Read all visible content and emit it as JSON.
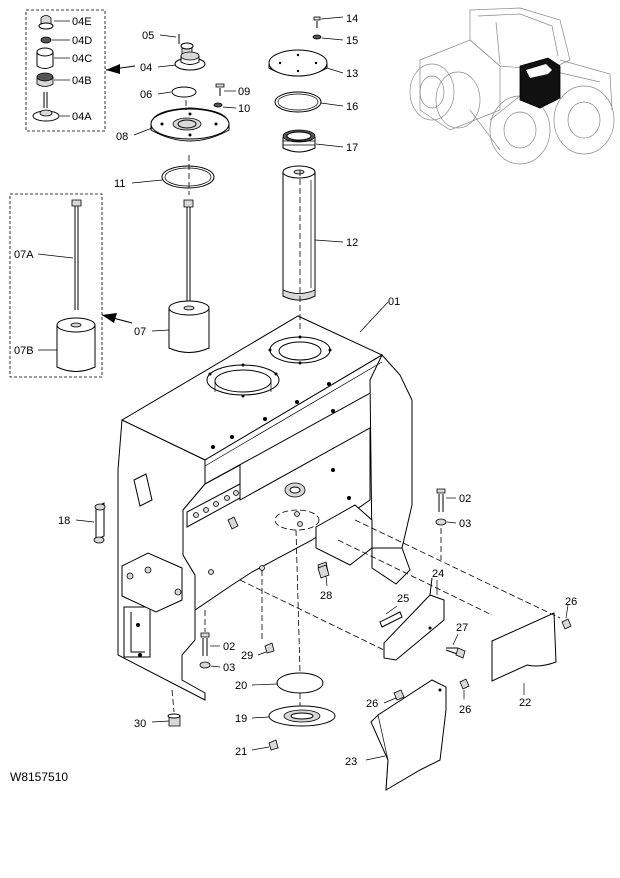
{
  "figure_code": "W8157510",
  "callouts": {
    "c04E": "04E",
    "c04D": "04D",
    "c04C": "04C",
    "c04B": "04B",
    "c04A": "04A",
    "c05": "05",
    "c04": "04",
    "c06": "06",
    "c08": "08",
    "c09": "09",
    "c10": "10",
    "c11": "11",
    "c14": "14",
    "c15": "15",
    "c13": "13",
    "c16": "16",
    "c17": "17",
    "c12": "12",
    "c07A": "07A",
    "c07B": "07B",
    "c07": "07",
    "c01": "01",
    "c02a": "02",
    "c03a": "03",
    "c18": "18",
    "c24": "24",
    "c25": "25",
    "c26a": "26",
    "c27": "27",
    "c28": "28",
    "c22": "22",
    "c02b": "02",
    "c03b": "03",
    "c29": "29",
    "c20": "20",
    "c19": "19",
    "c26b": "26",
    "c26c": "26",
    "c30": "30",
    "c21": "21",
    "c23": "23"
  }
}
